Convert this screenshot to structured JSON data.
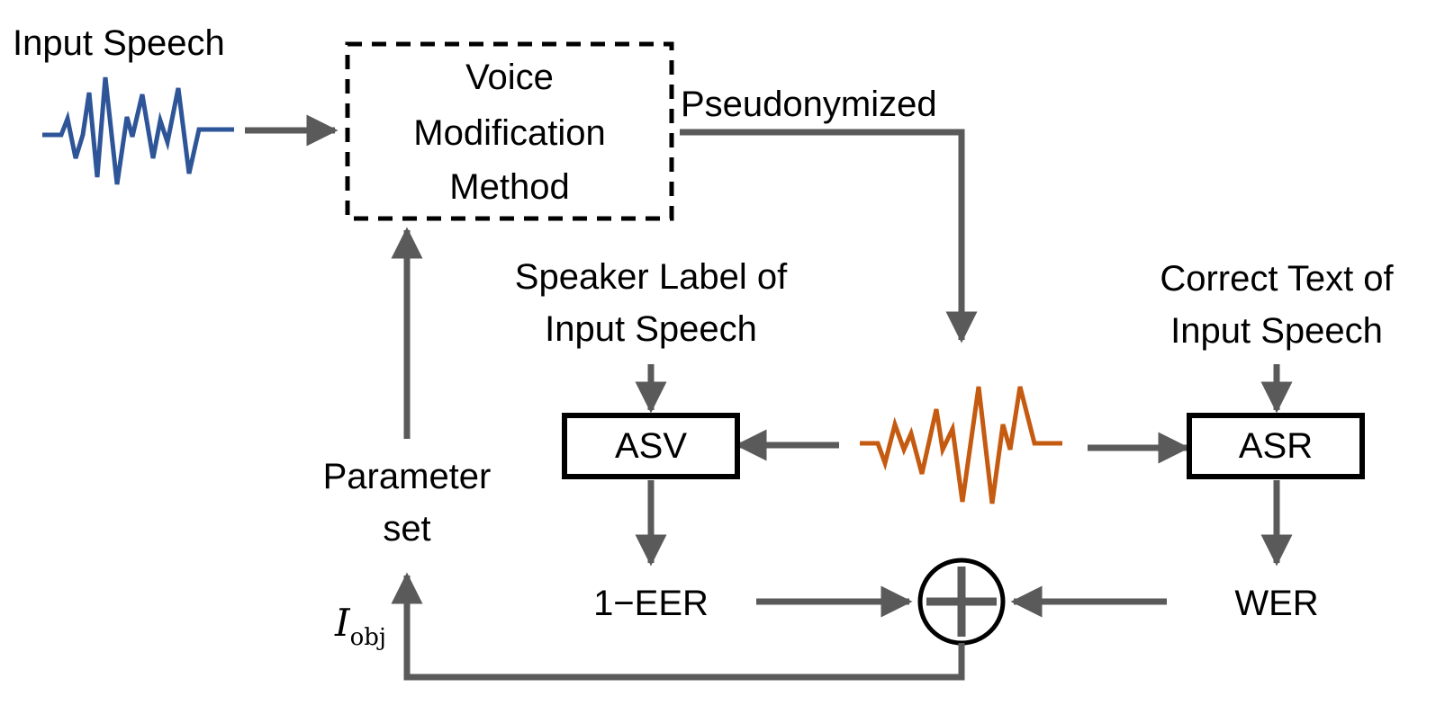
{
  "labels": {
    "input_speech": "Input Speech",
    "voice_modification_method": [
      "Voice",
      "Modification",
      "Method"
    ],
    "pseudonymized": "Pseudonymized",
    "speaker_label": [
      "Speaker Label of",
      "Input Speech"
    ],
    "correct_text": [
      "Correct Text of",
      "Input Speech"
    ],
    "asv": "ASV",
    "asr": "ASR",
    "one_minus_eer": "1−EER",
    "wer": "WER",
    "parameter_set": [
      "Parameter",
      "set"
    ],
    "objective_symbol": "I",
    "objective_subscript": "obj"
  },
  "colors": {
    "arrow": "#5a5a5a",
    "input_wave": "#2e5597",
    "pseudonymized_wave": "#c55a11",
    "box_border": "#000000"
  },
  "icons": {
    "input_waveform": "input-waveform-icon",
    "output_waveform": "pseudonymized-waveform-icon",
    "sum_node": "circled-plus-icon"
  }
}
